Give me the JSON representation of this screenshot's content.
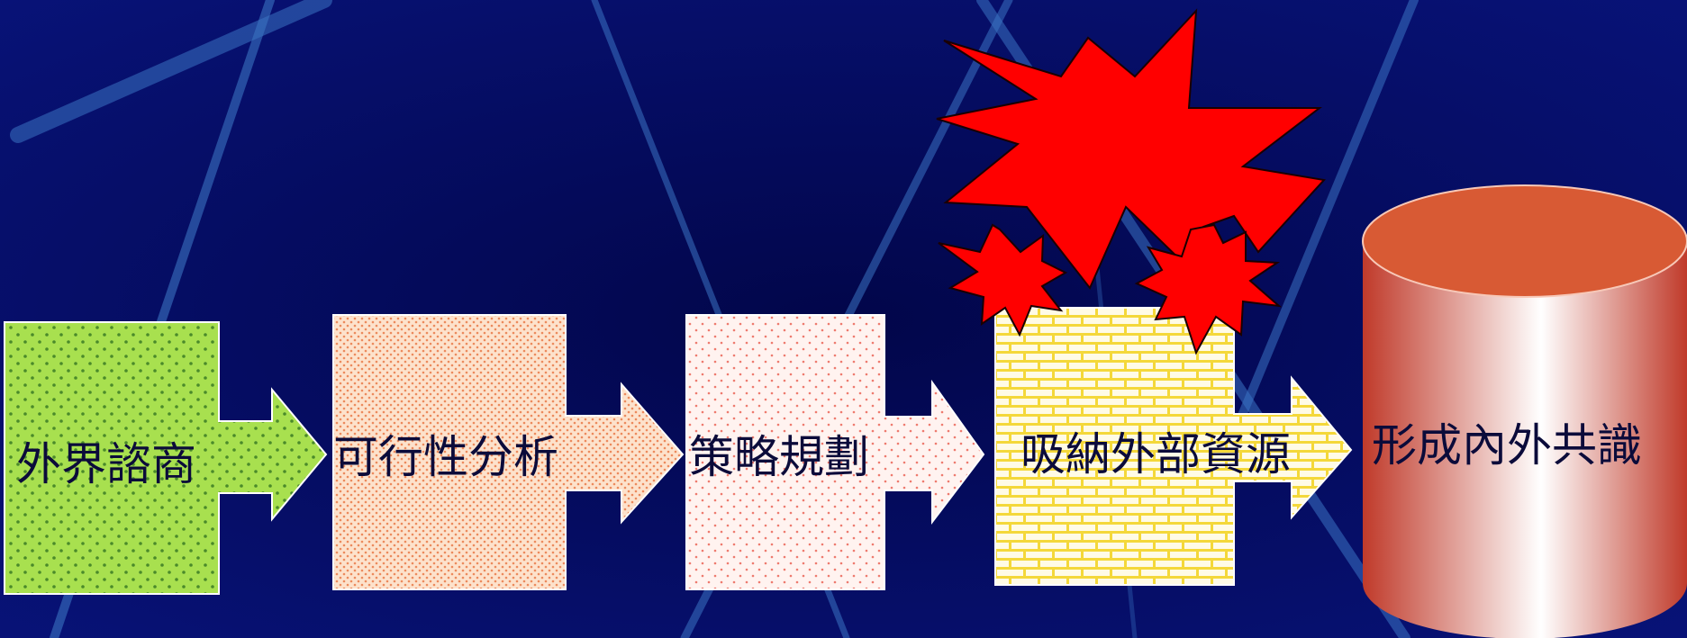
{
  "colors": {
    "background": "#040a5e",
    "streak": "#3a73c2",
    "text": "#0b0b3a",
    "step1_fill": "#a8e04f",
    "step1_dot": "#4a8a2a",
    "step2_fill": "#fde2cc",
    "step2_dot": "#ec8a5c",
    "step3_fill": "#fff3f0",
    "step3_dot": "#ee7a6e",
    "step4_fill": "#fffbe6",
    "step4_brick": "#f4d83a",
    "burst": "#ff0000",
    "cylinder_top": "#d85a34",
    "cylinder_body_edge": "#c03a2a",
    "cylinder_body_center": "#ffffff"
  },
  "steps": [
    {
      "label": "外界諮商"
    },
    {
      "label": "可行性分析"
    },
    {
      "label": "策略規劃"
    },
    {
      "label": "吸納外部資源"
    }
  ],
  "result": {
    "label": "形成內外共識"
  }
}
